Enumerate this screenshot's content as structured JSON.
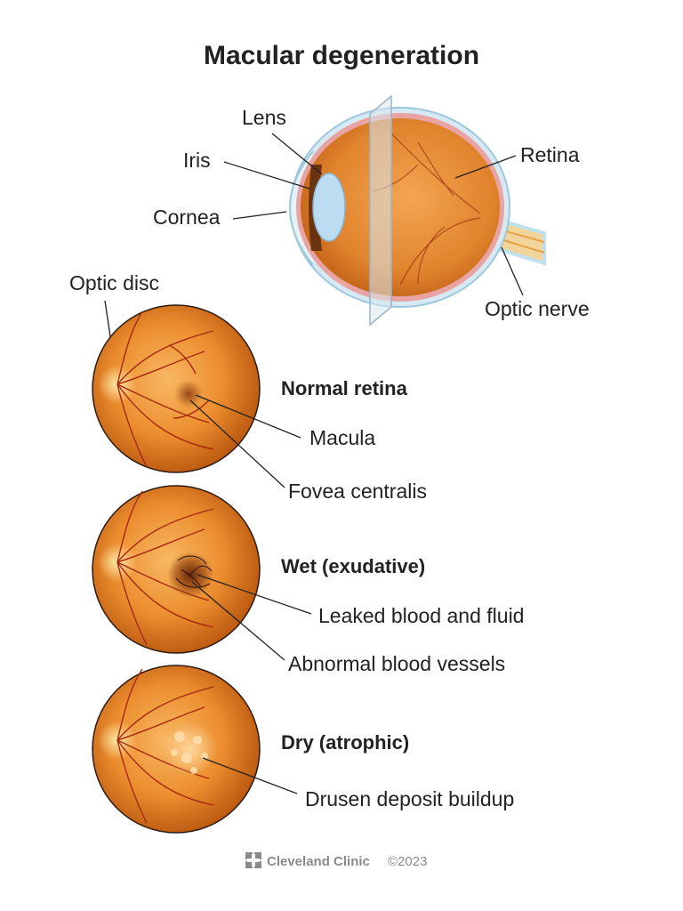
{
  "title": "Macular degeneration",
  "eye_labels": {
    "lens": "Lens",
    "iris": "Iris",
    "cornea": "Cornea",
    "retina": "Retina",
    "optic_nerve": "Optic nerve",
    "optic_disc": "Optic disc"
  },
  "panels": [
    {
      "heading": "Normal retina",
      "labels": [
        "Macula",
        "Fovea centralis"
      ]
    },
    {
      "heading": "Wet (exudative)",
      "labels": [
        "Leaked blood and fluid",
        "Abnormal blood vessels"
      ]
    },
    {
      "heading": "Dry (atrophic)",
      "labels": [
        "Drusen deposit buildup"
      ]
    }
  ],
  "footer": {
    "brand": "Cleveland Clinic",
    "copyright": "©2023"
  },
  "colors": {
    "retina_center": "#f6a94e",
    "retina_edge": "#b8560c",
    "vessel": "#a52a10",
    "sclera": "#cfe3ee",
    "iris": "#6b3410",
    "lens": "#bcdcf2"
  }
}
